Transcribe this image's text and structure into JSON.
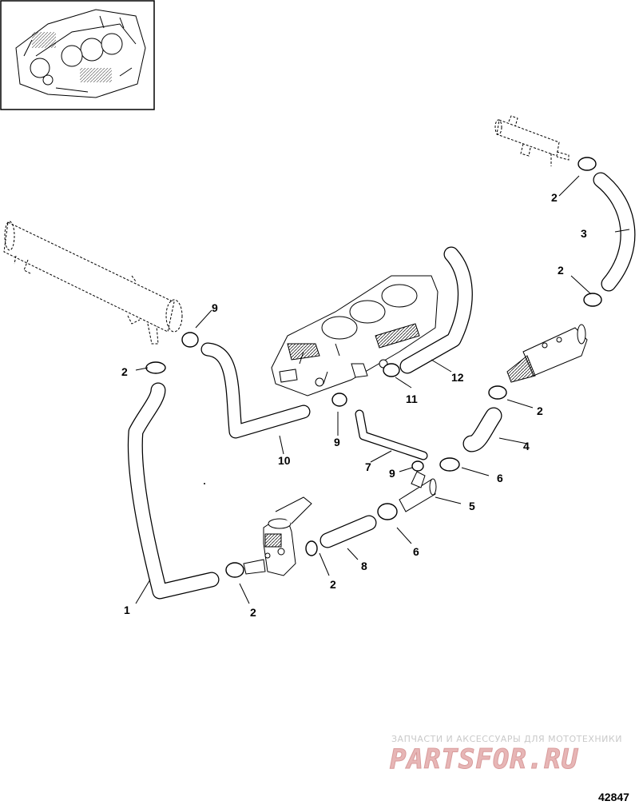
{
  "callouts": [
    {
      "id": "c1",
      "text": "1"
    },
    {
      "id": "c2a",
      "text": "2"
    },
    {
      "id": "c2b",
      "text": "2"
    },
    {
      "id": "c2c",
      "text": "2"
    },
    {
      "id": "c2d",
      "text": "2"
    },
    {
      "id": "c2e",
      "text": "2"
    },
    {
      "id": "c2f",
      "text": "2"
    },
    {
      "id": "c3",
      "text": "3"
    },
    {
      "id": "c4",
      "text": "4"
    },
    {
      "id": "c5",
      "text": "5"
    },
    {
      "id": "c6a",
      "text": "6"
    },
    {
      "id": "c6b",
      "text": "6"
    },
    {
      "id": "c7",
      "text": "7"
    },
    {
      "id": "c8",
      "text": "8"
    },
    {
      "id": "c9a",
      "text": "9"
    },
    {
      "id": "c9b",
      "text": "9"
    },
    {
      "id": "c9c",
      "text": "9"
    },
    {
      "id": "c10",
      "text": "10"
    },
    {
      "id": "c11",
      "text": "11"
    },
    {
      "id": "c12",
      "text": "12"
    }
  ],
  "figure_number": "42847",
  "watermark": {
    "tagline": "ЗАПЧАСТИ И АКСЕССУАРЫ ДЛЯ МОТОТЕХНИКИ",
    "logo_text": "PARTSFOR.RU"
  }
}
